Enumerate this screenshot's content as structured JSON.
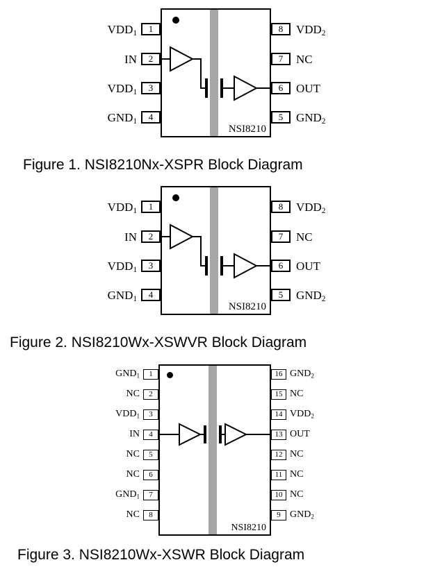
{
  "page": {
    "background": "#ffffff"
  },
  "colors": {
    "barrier": "#a6a6a6",
    "line": "#000000",
    "text": "#000000"
  },
  "figures": [
    {
      "chip_label": "NSI8210",
      "caption": "Figure 1. NSI8210Nx-XSPR Block Diagram",
      "left_pins": [
        {
          "num": "1",
          "base": "VDD",
          "sub": "1"
        },
        {
          "num": "2",
          "base": "IN",
          "sub": ""
        },
        {
          "num": "3",
          "base": "VDD",
          "sub": "1"
        },
        {
          "num": "4",
          "base": "GND",
          "sub": "1"
        }
      ],
      "right_pins": [
        {
          "num": "8",
          "base": "VDD",
          "sub": "2"
        },
        {
          "num": "7",
          "base": "NC",
          "sub": ""
        },
        {
          "num": "6",
          "base": "OUT",
          "sub": ""
        },
        {
          "num": "5",
          "base": "GND",
          "sub": "2"
        }
      ]
    },
    {
      "chip_label": "NSI8210",
      "caption": "Figure 2. NSI8210Wx-XSWVR Block Diagram",
      "left_pins": [
        {
          "num": "1",
          "base": "VDD",
          "sub": "1"
        },
        {
          "num": "2",
          "base": "IN",
          "sub": ""
        },
        {
          "num": "3",
          "base": "VDD",
          "sub": "1"
        },
        {
          "num": "4",
          "base": "GND",
          "sub": "1"
        }
      ],
      "right_pins": [
        {
          "num": "8",
          "base": "VDD",
          "sub": "2"
        },
        {
          "num": "7",
          "base": "NC",
          "sub": ""
        },
        {
          "num": "6",
          "base": "OUT",
          "sub": ""
        },
        {
          "num": "5",
          "base": "GND",
          "sub": "2"
        }
      ]
    },
    {
      "chip_label": "NSI8210",
      "caption": "Figure 3. NSI8210Wx-XSWR Block Diagram",
      "left_pins": [
        {
          "num": "1",
          "base": "GND",
          "sub": "1"
        },
        {
          "num": "2",
          "base": "NC",
          "sub": ""
        },
        {
          "num": "3",
          "base": "VDD",
          "sub": "1"
        },
        {
          "num": "4",
          "base": "IN",
          "sub": ""
        },
        {
          "num": "5",
          "base": "NC",
          "sub": ""
        },
        {
          "num": "6",
          "base": "NC",
          "sub": ""
        },
        {
          "num": "7",
          "base": "GND",
          "sub": "1"
        },
        {
          "num": "8",
          "base": "NC",
          "sub": ""
        }
      ],
      "right_pins": [
        {
          "num": "16",
          "base": "GND",
          "sub": "2"
        },
        {
          "num": "15",
          "base": "NC",
          "sub": ""
        },
        {
          "num": "14",
          "base": "VDD",
          "sub": "2"
        },
        {
          "num": "13",
          "base": "OUT",
          "sub": ""
        },
        {
          "num": "12",
          "base": "NC",
          "sub": ""
        },
        {
          "num": "11",
          "base": "NC",
          "sub": ""
        },
        {
          "num": "10",
          "base": "NC",
          "sub": ""
        },
        {
          "num": "9",
          "base": "GND",
          "sub": "2"
        }
      ]
    }
  ]
}
